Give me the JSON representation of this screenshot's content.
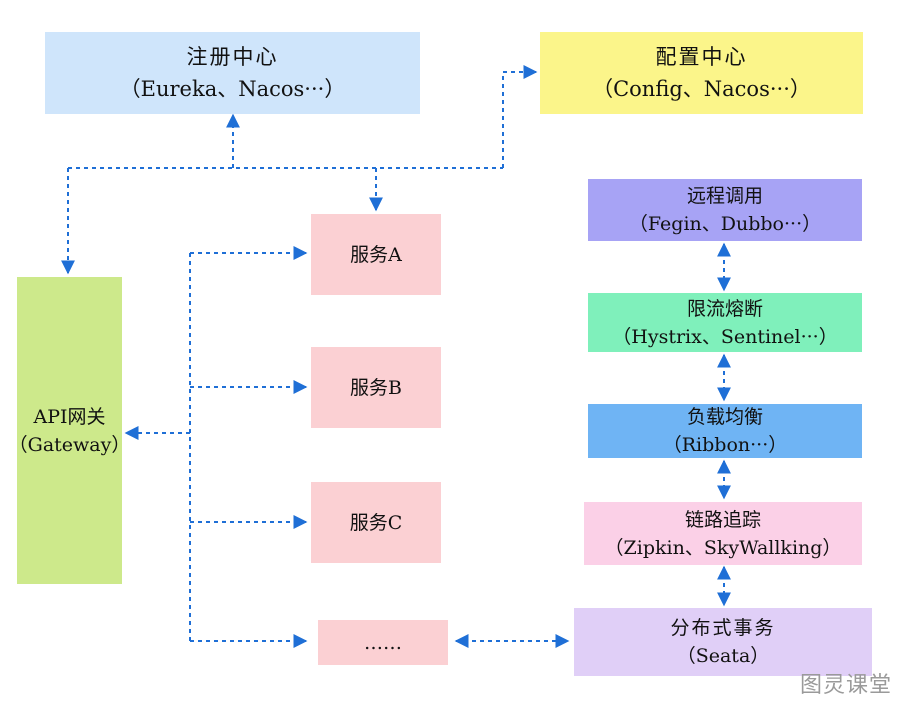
{
  "registry": {
    "title": "注册中心",
    "sub": "（Eureka、Nacos···）"
  },
  "config": {
    "title": "配置中心",
    "sub": "（Config、Nacos···）"
  },
  "gateway": {
    "title": "API网关",
    "sub": "（Gateway）"
  },
  "services": {
    "a": "服务A",
    "b": "服务B",
    "c": "服务C",
    "more": "……"
  },
  "rpc": {
    "title": "远程调用",
    "sub": "（Fegin、Dubbo···）"
  },
  "breaker": {
    "title": "限流熔断",
    "sub": "（Hystrix、Sentinel···）"
  },
  "lb": {
    "title": "负载均衡",
    "sub": "（Ribbon···）"
  },
  "trace": {
    "title": "链路追踪",
    "sub": "（Zipkin、SkyWallking）"
  },
  "tx": {
    "title": "分布式事务",
    "sub": "（Seata）"
  },
  "watermark": "图灵课堂",
  "colors": {
    "registry": "#cfe5fb",
    "config": "#fbf58a",
    "gateway": "#cde98b",
    "service": "#fbd0d3",
    "rpc": "#a7a3f5",
    "breaker": "#7ff0bb",
    "lb": "#6fb4f4",
    "trace": "#fbd0e7",
    "tx": "#e0cff7",
    "arrow": "#1f6fd6"
  }
}
